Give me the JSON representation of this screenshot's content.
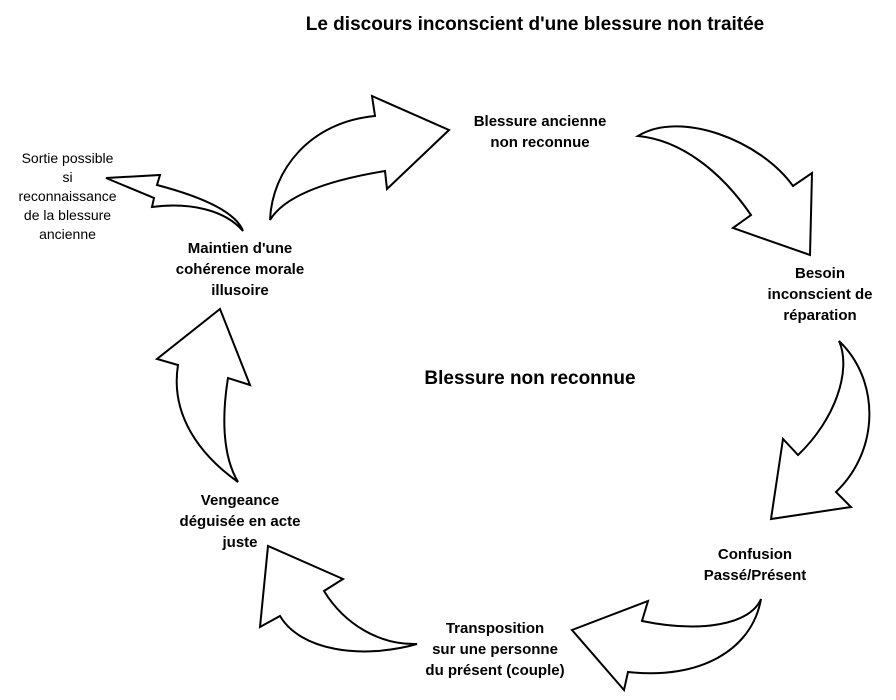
{
  "title": "Le discours inconscient d'une blessure non traitée",
  "center_label": "Blessure non reconnue",
  "nodes": [
    {
      "id": "blessure-ancienne",
      "lines": [
        "Blessure ancienne",
        "non reconnue"
      ]
    },
    {
      "id": "besoin-reparation",
      "lines": [
        "Besoin",
        "inconscient de",
        "réparation"
      ]
    },
    {
      "id": "confusion",
      "lines": [
        "Confusion",
        "Passé/Présent"
      ]
    },
    {
      "id": "transposition",
      "lines": [
        "Transposition",
        "sur une personne",
        "du présent (couple)"
      ]
    },
    {
      "id": "vengeance",
      "lines": [
        "Vengeance",
        "déguisée en acte",
        "juste"
      ]
    },
    {
      "id": "maintien",
      "lines": [
        "Maintien d'une",
        "cohérence morale",
        "illusoire"
      ]
    }
  ],
  "exit_note": {
    "lines": [
      "Sortie possible",
      "si",
      "reconnaissance",
      "de la blessure",
      "ancienne"
    ]
  },
  "arrows": [
    {
      "from": "maintien",
      "to": "blessure-ancienne"
    },
    {
      "from": "blessure-ancienne",
      "to": "besoin-reparation"
    },
    {
      "from": "besoin-reparation",
      "to": "confusion"
    },
    {
      "from": "confusion",
      "to": "transposition"
    },
    {
      "from": "transposition",
      "to": "vengeance"
    },
    {
      "from": "vengeance",
      "to": "maintien"
    },
    {
      "from": "maintien",
      "to": "exit_note"
    }
  ],
  "colors": {
    "stroke": "#000000",
    "fill": "#ffffff",
    "text": "#000000"
  }
}
